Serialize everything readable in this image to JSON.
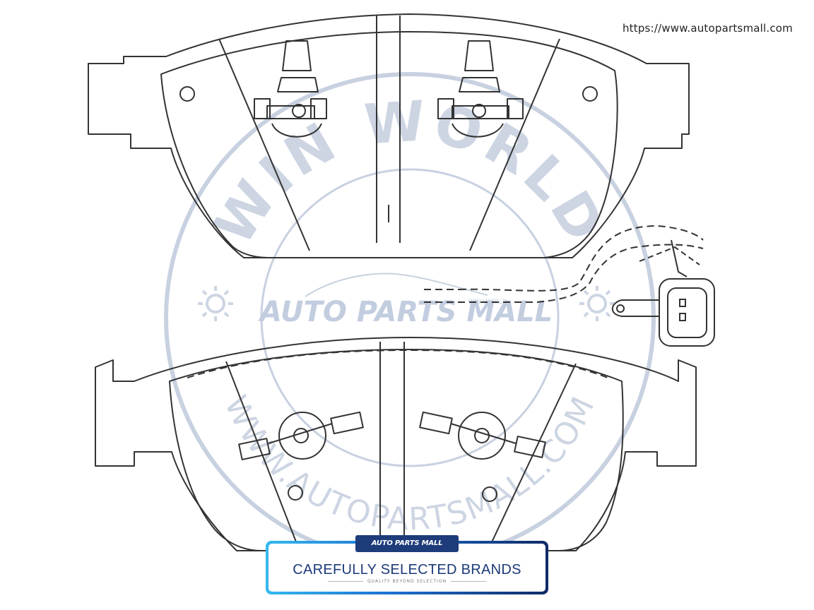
{
  "header": {
    "url": "https://www.autopartsmall.com"
  },
  "watermark": {
    "ring_top": "WIN WORLD",
    "ring_bottom": "WWW.AUTOPARTSMALL.COM",
    "logo": "AUTO PARTS MALL",
    "logo_small": "WIN WORLD"
  },
  "banner": {
    "logo": "AUTO PARTS MALL",
    "title": "CAREFULLY SELECTED BRANDS",
    "subtitle": "QUALITY BEYOND SELECTION"
  },
  "colors": {
    "line": "#333333",
    "watermark": "#c8d1e0",
    "banner_navy": "#1e3c7a",
    "banner_cyan": "#35b8ef"
  }
}
